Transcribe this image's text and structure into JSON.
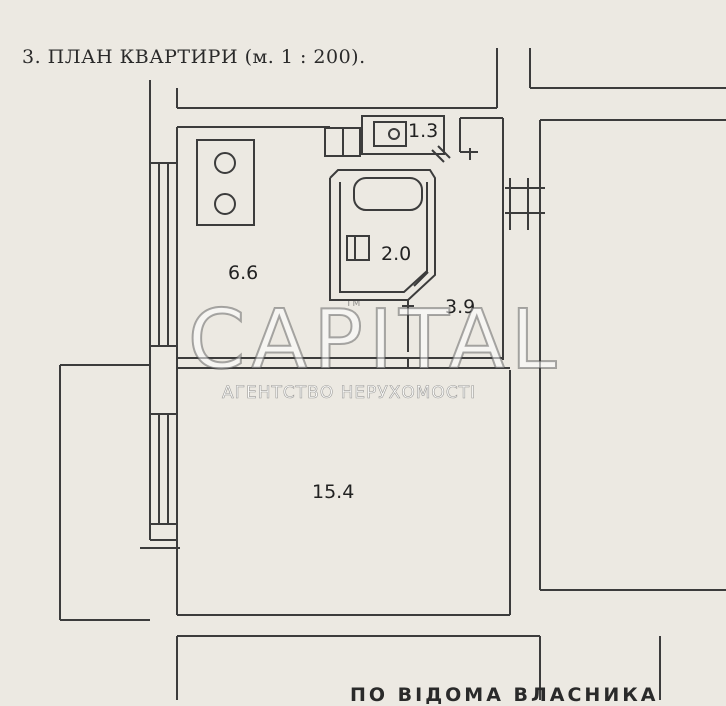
{
  "plan": {
    "title": "3. ПЛАН КВАРТИРИ  (м. 1 : 200).",
    "rooms": [
      {
        "id": "kitchen",
        "area": "6.6"
      },
      {
        "id": "wc",
        "area": "1.3"
      },
      {
        "id": "bathroom",
        "area": "2.0"
      },
      {
        "id": "hallway",
        "area": "3.9"
      },
      {
        "id": "living-room",
        "area": "15.4"
      }
    ],
    "footer_text": "ПО ВІДОМА ВЛАСНИКА"
  },
  "watermark": {
    "brand": "CAPITAL",
    "tagline": "АГЕНТСТВО НЕРУХОМОСТІ",
    "small": "ТМ"
  },
  "colors": {
    "paper": "#ece9e2",
    "ink": "#3c3c3c"
  }
}
